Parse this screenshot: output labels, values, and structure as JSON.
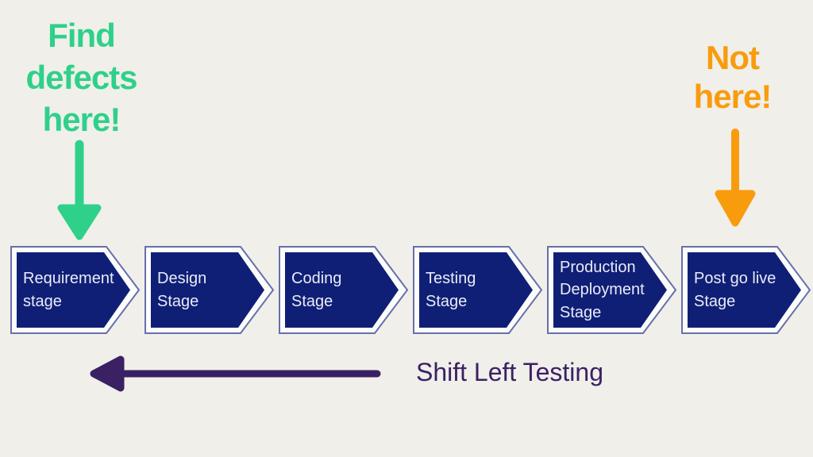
{
  "canvas": {
    "background_color": "#f0efea",
    "title": "Shift Left Testing diagram"
  },
  "annotations": {
    "find_defects": {
      "lines": [
        "Find",
        "defects",
        "here!"
      ],
      "full_text": "Find defects here!",
      "color": "#2fd08a",
      "arrow_direction": "down",
      "points_to": "Requirement stage"
    },
    "not_here": {
      "lines": [
        "Not",
        "here!"
      ],
      "full_text": "Not here!",
      "color": "#f89c0e",
      "arrow_direction": "down",
      "points_to": "Post go live Stage"
    }
  },
  "stages": [
    {
      "label": "Requirement stage",
      "lines": [
        "Requirement",
        "stage"
      ]
    },
    {
      "label": "Design Stage",
      "lines": [
        "Design",
        "Stage"
      ]
    },
    {
      "label": "Coding Stage",
      "lines": [
        "Coding",
        "Stage"
      ]
    },
    {
      "label": "Testing Stage",
      "lines": [
        "Testing",
        "Stage"
      ]
    },
    {
      "label": "Production Deployment Stage",
      "lines": [
        "Production",
        "Deployment",
        "Stage"
      ]
    },
    {
      "label": "Post go live Stage",
      "lines": [
        "Post go live",
        "Stage"
      ]
    }
  ],
  "chevron": {
    "fill_color": "#101f76",
    "outline_color": "#6670ab",
    "gap_color": "#fcfcfa",
    "text_color": "#e9ecf6"
  },
  "shift_left": {
    "label": "Shift Left Testing",
    "color": "#3a2163",
    "arrow_direction": "left"
  }
}
